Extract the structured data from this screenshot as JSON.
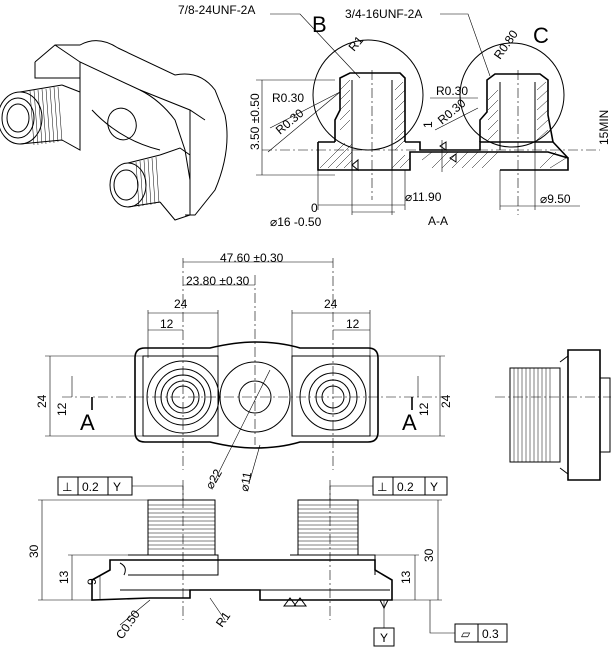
{
  "thread_b": "7/8-24UNF-2A",
  "thread_c": "3/4-16UNF-2A",
  "detail_b": "B",
  "detail_c": "C",
  "r1": "R1",
  "r080": "R0.80",
  "r030": "R0.30",
  "dim_350": "3.50 ±0.50",
  "dim_1": "1",
  "dim_0": "0",
  "dim_16": "⌀16 -0.50",
  "dim_1190": "⌀11.90",
  "dim_950": "⌀9.50",
  "section_label": "A-A",
  "min_15": "15MIN",
  "dim_4760": "47.60 ±0.30",
  "dim_2380": "23.80 ±0.30",
  "dim_24": "24",
  "dim_12": "12",
  "section_mark": "A",
  "dia_22": "⌀22",
  "dia_11": "⌀11",
  "perp_sym": "⊥",
  "tol_02": "0.2",
  "datum_y": "Y",
  "dim_30": "30",
  "dim_13": "13",
  "dim_9": "9",
  "chamfer": "C0.50",
  "flat_sym": "▱",
  "tol_03": "0.3"
}
